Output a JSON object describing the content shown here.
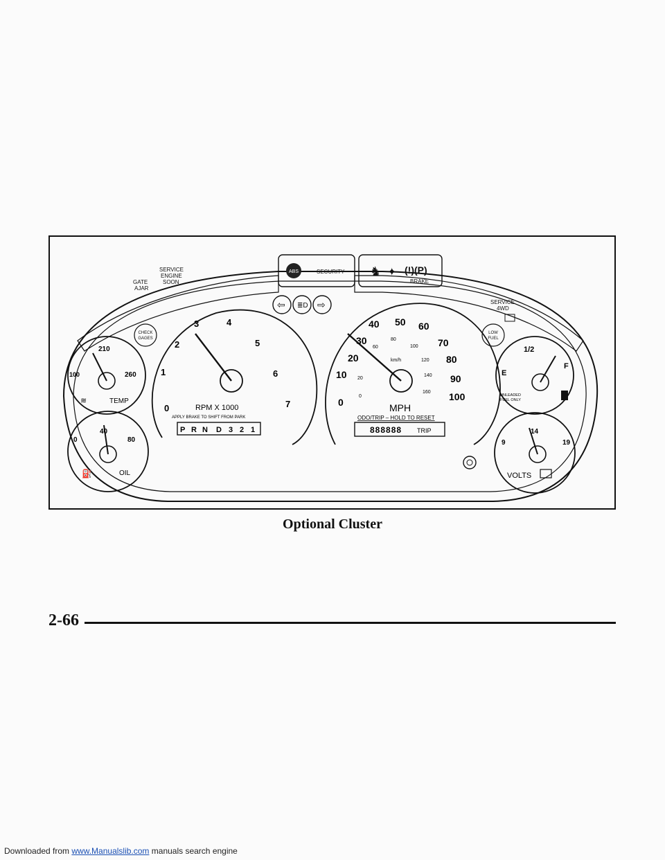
{
  "footer": {
    "prefix": "Downloaded from ",
    "link": "www.Manualslib.com",
    "suffix": " manuals search engine"
  },
  "cluster": {
    "indicators": {
      "gate_ajar": [
        "GATE",
        "AJAR"
      ],
      "service_engine_soon": [
        "SERVICE",
        "ENGINE",
        "SOON"
      ],
      "abs": "ABS",
      "security": "SECURITY",
      "brake": "BRAKE",
      "service_4wd": [
        "SERVICE",
        "4WD"
      ],
      "check_gages": [
        "CHECK",
        "GAGES"
      ],
      "low_fuel": [
        "LOW",
        "FUEL"
      ],
      "unleaded": [
        "UNLEADED",
        "FUEL ONLY"
      ]
    },
    "temp_gauge": {
      "label": "TEMP",
      "ticks": [
        "100",
        "210",
        "260"
      ]
    },
    "oil_gauge": {
      "label": "OIL",
      "ticks": [
        "0",
        "40",
        "80"
      ]
    },
    "tach": {
      "ticks": [
        "0",
        "1",
        "2",
        "3",
        "4",
        "5",
        "6",
        "7"
      ],
      "label": "RPM X 1000",
      "note": "APPLY BRAKE TO SHIFT FROM PARK",
      "gears": [
        "P",
        "R",
        "N",
        "D",
        "3",
        "2",
        "1"
      ]
    },
    "speedo": {
      "mph_ticks": [
        "0",
        "10",
        "20",
        "30",
        "40",
        "50",
        "60",
        "70",
        "80",
        "90",
        "100"
      ],
      "kmh_ticks": [
        "0",
        "20",
        "60",
        "80",
        "100",
        "120",
        "140",
        "160"
      ],
      "kmh_label": "km/h",
      "label": "MPH",
      "odo_label": "ODO/TRIP – HOLD TO RESET",
      "odo_display": "888888",
      "trip_label": "TRIP"
    },
    "fuel_gauge": {
      "ticks": [
        "E",
        "1/2",
        "F"
      ]
    },
    "volts_gauge": {
      "label": "VOLTS",
      "ticks": [
        "9",
        "14",
        "19"
      ]
    }
  },
  "caption": "Optional Cluster",
  "page_number": "2-66"
}
